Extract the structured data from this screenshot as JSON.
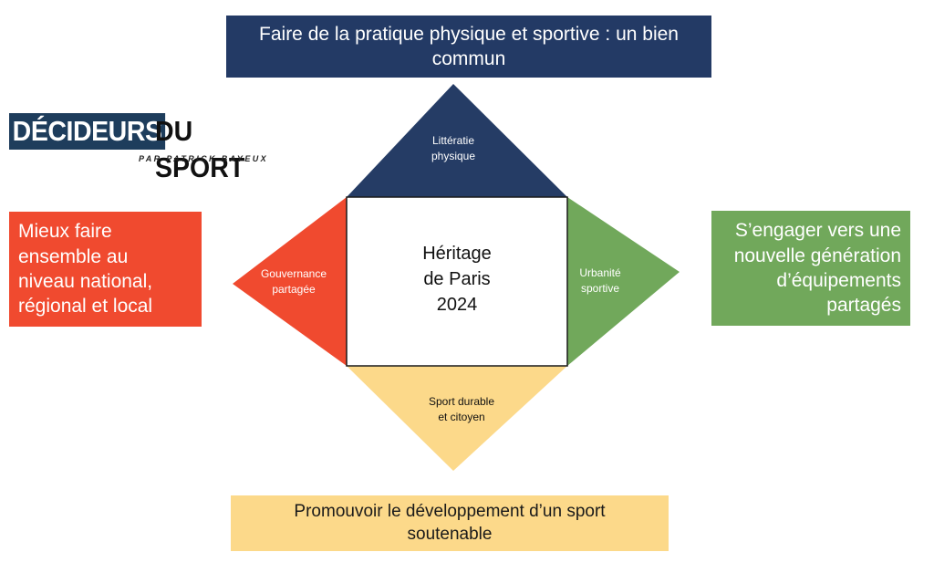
{
  "top_box": {
    "text": "Faire de la  pratique physique et sportive : un bien commun",
    "color": "#233a65"
  },
  "left_box": {
    "text": "Mieux faire\nensemble au\nniveau national,\nrégional et local",
    "color": "#f04a2f"
  },
  "right_box": {
    "text": "S’engager vers une\nnouvelle génération\nd’équipements\npartagés",
    "color": "#71a85b"
  },
  "bottom_box": {
    "text": "Promouvoir le  développement d’un sport\nsoutenable",
    "color": "#fcd98a"
  },
  "logo": {
    "word1": "DÉCIDEURS",
    "word2": "DU SPORT",
    "tagline": "PAR PATRICK BAYEUX"
  },
  "diagram": {
    "center": "Héritage\nde Paris\n2024",
    "top": {
      "label": "Littératie\nphysique",
      "color": "#253c65"
    },
    "left": {
      "label": "Gouvernance\npartagée",
      "color": "#f04a2f"
    },
    "right": {
      "label": "Urbanité\nsportive",
      "color": "#71a85b"
    },
    "bottom": {
      "label": "Sport durable\net citoyen",
      "color": "#fcd98a"
    }
  }
}
